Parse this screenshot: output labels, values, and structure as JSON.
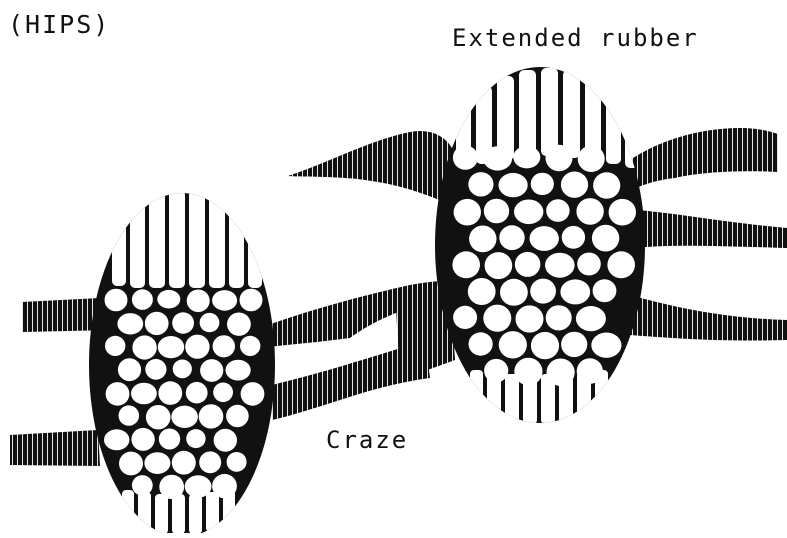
{
  "figure": {
    "title": "(HIPS)",
    "labels": {
      "extended_rubber": "Extended rubber",
      "craze": "Craze"
    }
  },
  "colors": {
    "ink": "#111111",
    "paper": "#ffffff"
  }
}
